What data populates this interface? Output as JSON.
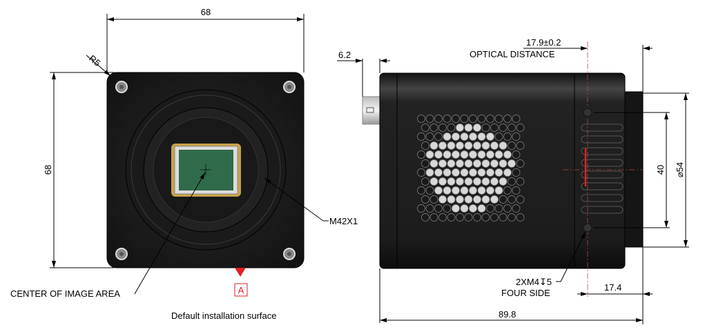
{
  "front_view": {
    "width_dim": "68",
    "height_dim": "68",
    "corner_radius": "R5",
    "mount_thread": "M42X1",
    "center_label": "CENTER OF IMAGE AREA",
    "datum_label": "A",
    "install_label": "Default installation surface"
  },
  "side_view": {
    "connector_dim": "6.2",
    "optical_distance_value": "17.9±0.2",
    "optical_distance_label": "OPTICAL DISTANCE",
    "hole_spacing_dim": "40",
    "flange_diameter_dim": "⌀54",
    "screw_spec": "2XM4↧5",
    "screw_sides": "FOUR SIDE",
    "hole_offset_dim": "17.4",
    "length_dim": "89.8"
  },
  "colors": {
    "body": "#1e1e1e",
    "sensor": "#2f6b4a",
    "datum": "#e02020"
  }
}
